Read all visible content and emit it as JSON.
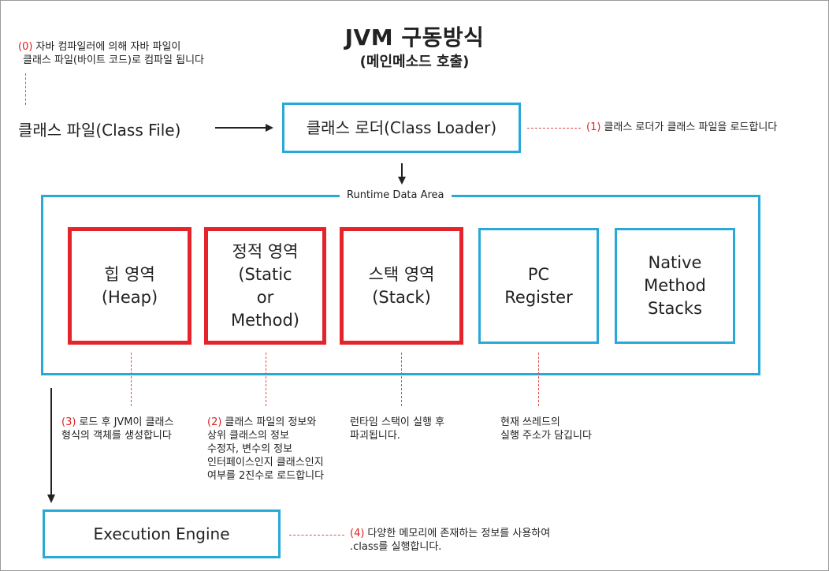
{
  "title": "JVM 구동방식",
  "subtitle": "(메인메소드 호출)",
  "notes": {
    "n0": {
      "num": "(0)",
      "line1": "자바 컴파일러에 의해 자바 파일이",
      "line2": "클래스 파일(바이트 코드)로 컴파일 됩니다"
    },
    "n1": {
      "num": "(1)",
      "text": "클래스 로더가 클래스 파일을 로드합니다"
    },
    "n3": {
      "num": "(3)",
      "line1": "로드 후 JVM이 클래스",
      "line2": "형식의 객체를 생성합니다"
    },
    "n2": {
      "num": "(2)",
      "line1": "클래스 파일의 정보와",
      "line2": "상위 클래스의 정보",
      "line3": "수정자, 변수의 정보",
      "line4": "인터페이스인지 클래스인지",
      "line5": "여부를 2진수로 로드합니다"
    },
    "stack": {
      "line1": "런타임 스택이 실행 후",
      "line2": "파괴됩니다."
    },
    "pc": {
      "line1": "현재 쓰레드의",
      "line2": "실행 주소가 담깁니다"
    },
    "n4": {
      "num": "(4)",
      "line1": "다양한 메모리에 존재하는 정보를 사용하여",
      "line2": ".class를 실행합니다."
    }
  },
  "class_file": "클래스 파일(Class File)",
  "class_loader": "클래스 로더(Class Loader)",
  "runtime_area": "Runtime Data Area",
  "areas": {
    "heap": {
      "l1": "힙 영역",
      "l2": "(Heap)"
    },
    "static": {
      "l1": "정적 영역",
      "l2": "(Static",
      "l3": "or",
      "l4": "Method)"
    },
    "stack": {
      "l1": "스택 영역",
      "l2": "(Stack)"
    },
    "pc": {
      "l1": "PC",
      "l2": "Register"
    },
    "native": {
      "l1": "Native",
      "l2": "Method",
      "l3": "Stacks"
    }
  },
  "execution_engine": "Execution Engine",
  "colors": {
    "blue": "#29a9d8",
    "red": "#e5232b",
    "note_red": "#e02020"
  }
}
